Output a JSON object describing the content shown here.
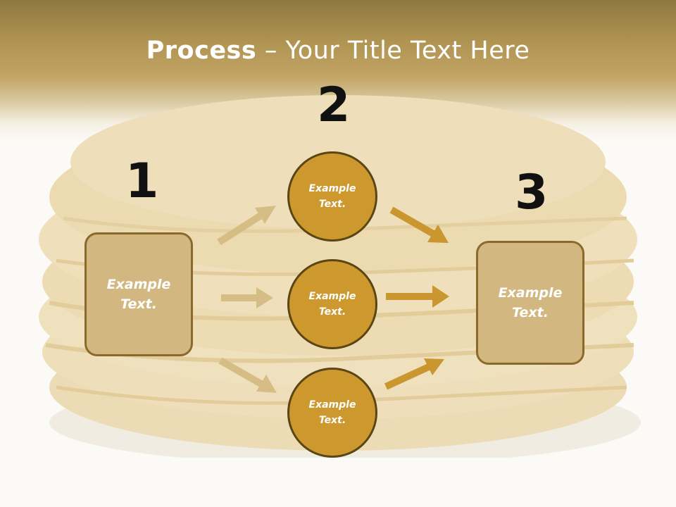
{
  "title": {
    "bold": "Process",
    "separator": " – ",
    "rest": "Your Title Text Here"
  },
  "steps": {
    "one": "1",
    "two": "2",
    "three": "3"
  },
  "left_box": {
    "line1": "Example",
    "line2": "Text."
  },
  "right_box": {
    "line1": "Example",
    "line2": "Text."
  },
  "circles": [
    {
      "line1": "Example",
      "line2": "Text."
    },
    {
      "line1": "Example",
      "line2": "Text."
    },
    {
      "line1": "Example",
      "line2": "Text."
    }
  ],
  "colors": {
    "header": "#b09452",
    "box_fill": "#d2b880",
    "box_border": "#8a6a2b",
    "circle_fill": "#cd982e",
    "circle_border": "#5a4514",
    "arrow_light": "#d6bd86",
    "arrow_dark": "#c9962f"
  }
}
